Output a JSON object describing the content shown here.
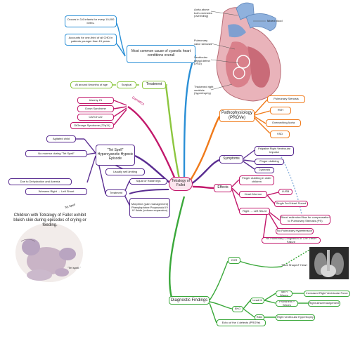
{
  "center": "Tetralogy of Fallot",
  "common_cause": {
    "title": "Most common cause of cyanotic heart conditions overall",
    "notes": [
      "Occurs in 3-6 infants for every 10,000 births.",
      "Accounts for one-third of all CHD in patients younger than 15 years."
    ]
  },
  "heart_labels": {
    "aorta": "Aorta above both ventricles (overriding)",
    "mixed_blood": "Mixed blood",
    "pulm_stenosis": "Pulmonary valve stenosis",
    "vsd": "Ventricular septal defect (VSD)",
    "rvh": "Thickened right ventricle (hypertrophy)"
  },
  "treatment": {
    "title": "Treatment",
    "surgical": "Surgical",
    "detail": "At around 6months of age"
  },
  "genetics": {
    "title": "Genetics",
    "items": [
      "trisomy 21",
      "Down Syndrome",
      "CATCH-22",
      "DiGeorge Syndrome (22q11)"
    ]
  },
  "pathophysiology": {
    "title": "Pathophysiology (PROVe)",
    "items": [
      "Pulmonary Stenosis",
      "RVH",
      "Overarching Aorta",
      "VSD"
    ]
  },
  "tet_spell": {
    "title": "\"Tet Spell\" Hypercyanotic Hypoxic Episode",
    "agitated": "Agitated child",
    "no_murmur": "No murmur during \"Tet Spell\"",
    "dehydration": "Due to Dehydration and Anemia",
    "shunt": "Worsens Right → Left Shunt",
    "self_limiting": "Usually self-limiting",
    "treatment": "Treatment",
    "squat": "Squat or Raise legs",
    "drugs": "Morphine (pain management) Phenylephrine Propranolol IV IV fluids (volume expansion)"
  },
  "symptoms": {
    "title": "Symptoms",
    "items": [
      "Palpable Right Ventricular Impulse",
      "Finger clubbing",
      "Cyanosis"
    ]
  },
  "effects": {
    "title": "Effects",
    "finger": "Finger clubbing in older children",
    "murmur": "Heart Murmur",
    "lusb": "LUSB",
    "single_s2": "Single 2nd Heart Sound",
    "shunt": "Right → Left Shunt",
    "blood_flow": "Blood redirected flow for compensation to Pulmonary Stenosis (PS)",
    "no_htn": "No Pulmonary Hypertension",
    "no_congestion": "No Pulmonary Congestion or CHF-Heart Failure"
  },
  "photo": {
    "caption": "Children with Tetralogy of Fallot exhibit bluish skin during episodes of crying or feeding.",
    "tag": "Tet Spell",
    "inner_text": "\"Tet spell.\""
  },
  "diagnostic": {
    "title": "Diagnostic Findings",
    "cxr": "CXR",
    "boot": "\"Boot Shaped\" Heart",
    "ekg": "EKG",
    "lead3": "Lead III",
    "tall_r": "Tall R Waves",
    "rvf": "Increased Right Ventricular Force",
    "p_waves": "Prominent P Waves",
    "rae": "Right atrial Enlargement",
    "rad": "RAD",
    "rvh": "Right ventricular Hypertrophy",
    "echo": "Echo of the 4 defects (PROVe)"
  },
  "colors": {
    "blue": "#2a8fd6",
    "orange": "#f07a1a",
    "green": "#3aa83a",
    "purple": "#5a2d91",
    "magenta": "#c2186b",
    "lime": "#8cc63f"
  }
}
